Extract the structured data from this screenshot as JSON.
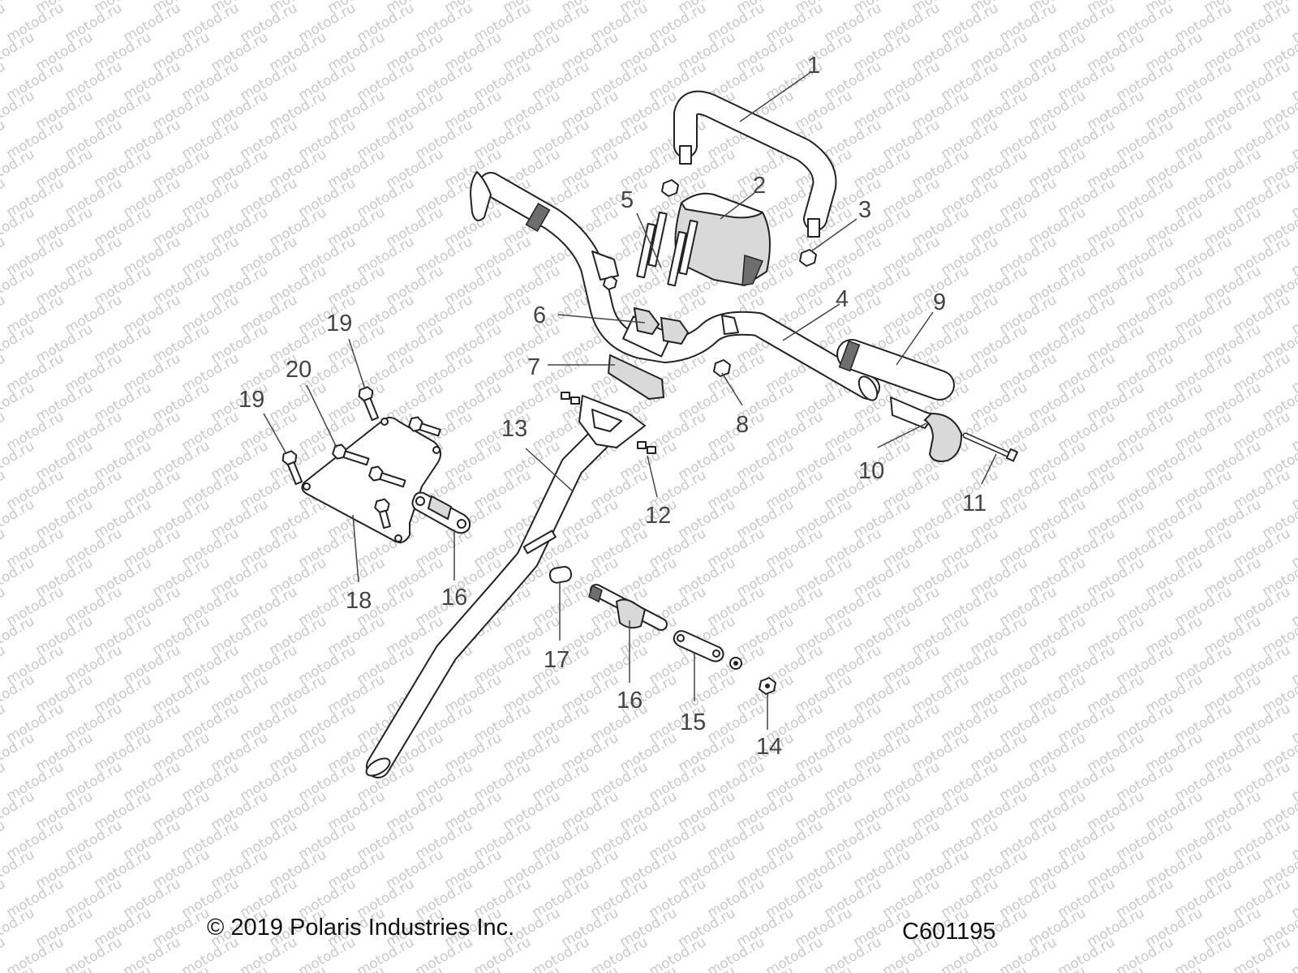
{
  "diagram": {
    "colors": {
      "line": "#222222",
      "callout": "#444444",
      "watermark": "#c8c8c8",
      "shade": "#d9d9d9"
    },
    "watermark": {
      "text": "motod.ru"
    },
    "callouts": [
      {
        "id": "c1",
        "label": "1"
      },
      {
        "id": "c2",
        "label": "2"
      },
      {
        "id": "c3",
        "label": "3"
      },
      {
        "id": "c4",
        "label": "4"
      },
      {
        "id": "c5",
        "label": "5"
      },
      {
        "id": "c6",
        "label": "6"
      },
      {
        "id": "c7",
        "label": "7"
      },
      {
        "id": "c8",
        "label": "8"
      },
      {
        "id": "c9",
        "label": "9"
      },
      {
        "id": "c10",
        "label": "10"
      },
      {
        "id": "c11",
        "label": "11"
      },
      {
        "id": "c12",
        "label": "12"
      },
      {
        "id": "c13",
        "label": "13"
      },
      {
        "id": "c14",
        "label": "14"
      },
      {
        "id": "c15",
        "label": "15"
      },
      {
        "id": "c16a",
        "label": "16"
      },
      {
        "id": "c16b",
        "label": "16"
      },
      {
        "id": "c17",
        "label": "17"
      },
      {
        "id": "c18",
        "label": "18"
      },
      {
        "id": "c19a",
        "label": "19"
      },
      {
        "id": "c19b",
        "label": "19"
      },
      {
        "id": "c20",
        "label": "20"
      }
    ]
  },
  "footer": {
    "copyright": "© 2019 Polaris Industries Inc.",
    "drawing_code": "C601195"
  }
}
